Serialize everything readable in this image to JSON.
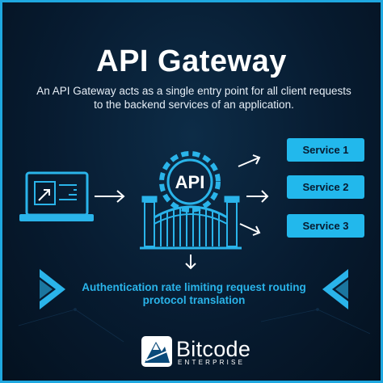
{
  "title": "API Gateway",
  "subtitle": "An API Gateway acts as a single entry point for all client requests to the backend services of an application.",
  "gateway": {
    "label": "API"
  },
  "services": [
    {
      "label": "Service 1"
    },
    {
      "label": "Service 2"
    },
    {
      "label": "Service 3"
    }
  ],
  "caption": "Authentication rate limiting request routing protocol translation",
  "logo": {
    "name": "Bitcode",
    "tagline": "ENTERPRISE"
  },
  "icons": [
    "laptop-icon",
    "gear-icon",
    "gate-icon",
    "arrow-right-icon",
    "arrow-down-icon",
    "chevron-left-icon",
    "chevron-right-icon"
  ],
  "colors": {
    "accent": "#22b8ec",
    "background": "#071b30",
    "text": "#ffffff"
  }
}
